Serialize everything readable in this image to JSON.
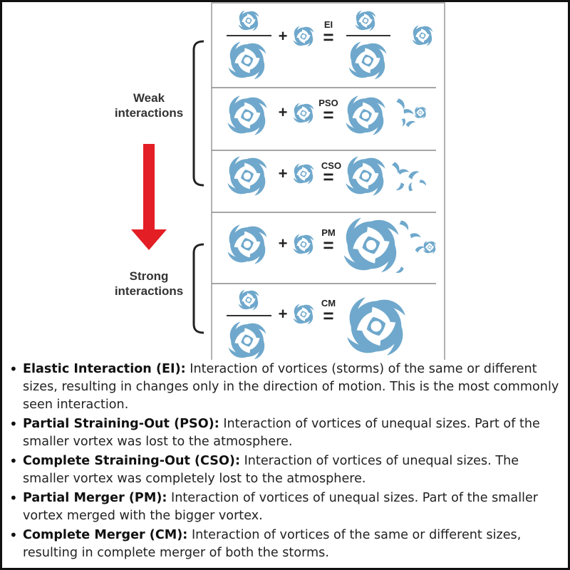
{
  "diagram": {
    "labels": {
      "weak_line1": "Weak",
      "weak_line2": "interactions",
      "strong_line1": "Strong",
      "strong_line2": "interactions"
    },
    "rows": [
      {
        "code": "EI"
      },
      {
        "code": "PSO"
      },
      {
        "code": "CSO"
      },
      {
        "code": "PM"
      },
      {
        "code": "CM"
      }
    ],
    "symbols": {
      "plus": "+",
      "equals": "="
    },
    "colors": {
      "vortex": "#6fa8cc",
      "arrow": "#e31e24",
      "panel_border": "#999999",
      "frame": "#111111"
    }
  },
  "legend": {
    "items": [
      {
        "term": "Elastic Interaction (EI):",
        "description": "Interaction of vortices (storms) of the same or different sizes, resulting in changes only in the direction of motion. This is the most commonly seen interaction."
      },
      {
        "term": "Partial Straining-Out (PSO):",
        "description": "Interaction of vortices of unequal sizes. Part of the smaller vortex was lost to the atmosphere."
      },
      {
        "term": "Complete Straining-Out (CSO):",
        "description": "Interaction of vortices of unequal sizes. The smaller vortex was completely lost to the atmosphere."
      },
      {
        "term": "Partial Merger (PM):",
        "description": "Interaction of vortices of unequal sizes. Part of the smaller vortex merged with the bigger vortex."
      },
      {
        "term": "Complete Merger (CM):",
        "description": "Interaction of vortices of the same or different sizes, resulting in complete merger of both the storms."
      }
    ]
  }
}
